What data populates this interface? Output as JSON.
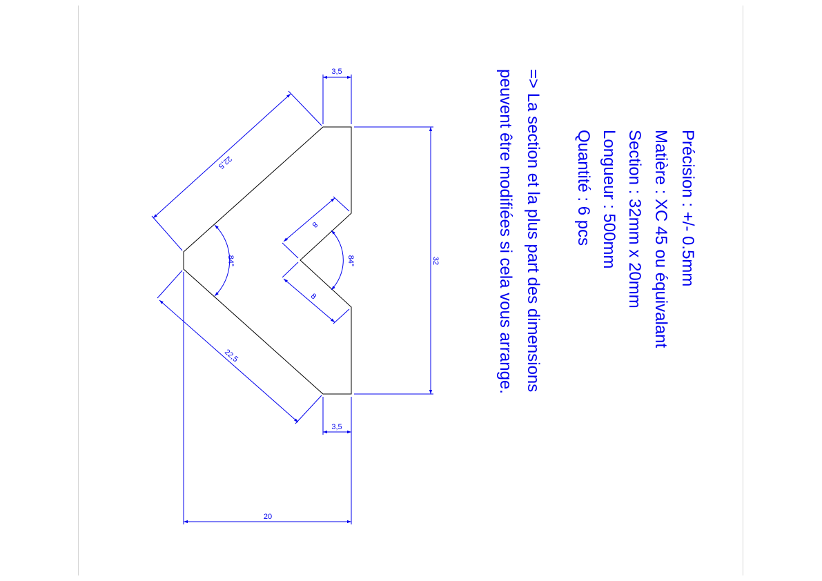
{
  "dimensions": {
    "flat_top": "3,5",
    "flat_bottom": "3,5",
    "arm_top": "22,5",
    "arm_bottom": "22,5",
    "notch_top": "8",
    "notch_bottom": "8",
    "angle_outer": "84°",
    "angle_inner": "84°",
    "height": "32",
    "width": "20"
  },
  "specs": {
    "precision": "Précision : +/- 0.5mm",
    "material": "Matière : XC 45 ou équivalant",
    "section": "Section : 32mm x 20mm",
    "length": "Longueur : 500mm",
    "quantity": "Quantité : 6 pcs",
    "note_line1": "=> La section et la plus part des dimensions",
    "note_line2": "peuvent être modifiées si cela vous arrange."
  },
  "colors": {
    "dimension": "#0000ee",
    "outline": "#000000",
    "frame": "#d4d4d4"
  }
}
